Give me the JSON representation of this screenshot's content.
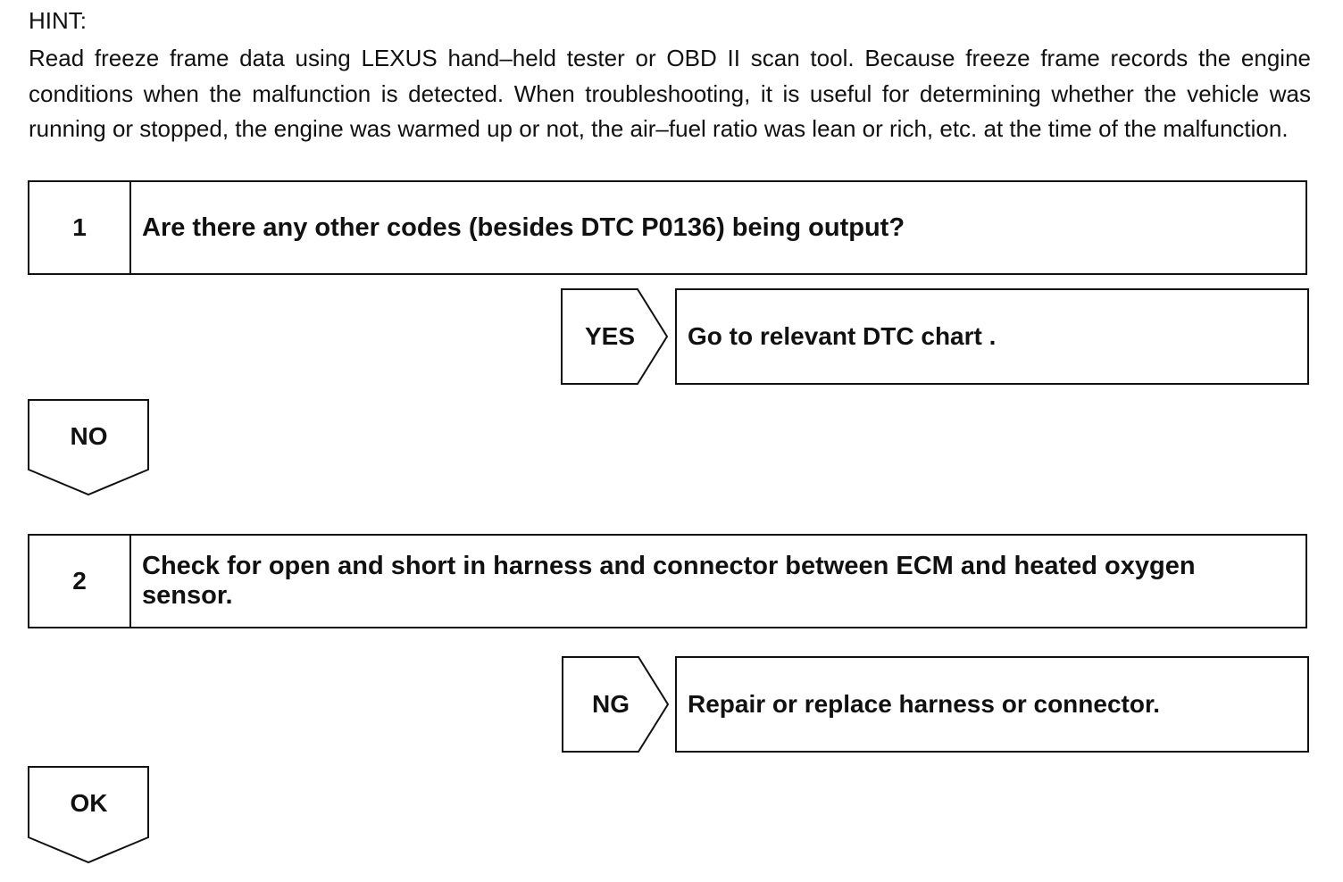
{
  "hint": {
    "label": "HINT:",
    "text": "Read freeze frame data using LEXUS hand–held tester or OBD II scan tool. Because freeze frame records the engine conditions when the malfunction is detected. When troubleshooting, it is useful for determining whether the vehicle was running or stopped, the engine was warmed up or not, the air–fuel ratio was lean or rich, etc. at the time of the malfunction."
  },
  "steps": [
    {
      "number": "1",
      "question": "Are there any other codes (besides DTC P0136) being output?",
      "branch": {
        "label": "YES",
        "action": "Go to relevant DTC chart ."
      },
      "continue_label": "NO"
    },
    {
      "number": "2",
      "question": "Check for open and short in harness and connector between ECM and heated oxygen sensor.",
      "branch": {
        "label": "NG",
        "action": "Repair or replace harness or connector."
      },
      "continue_label": "OK"
    }
  ]
}
